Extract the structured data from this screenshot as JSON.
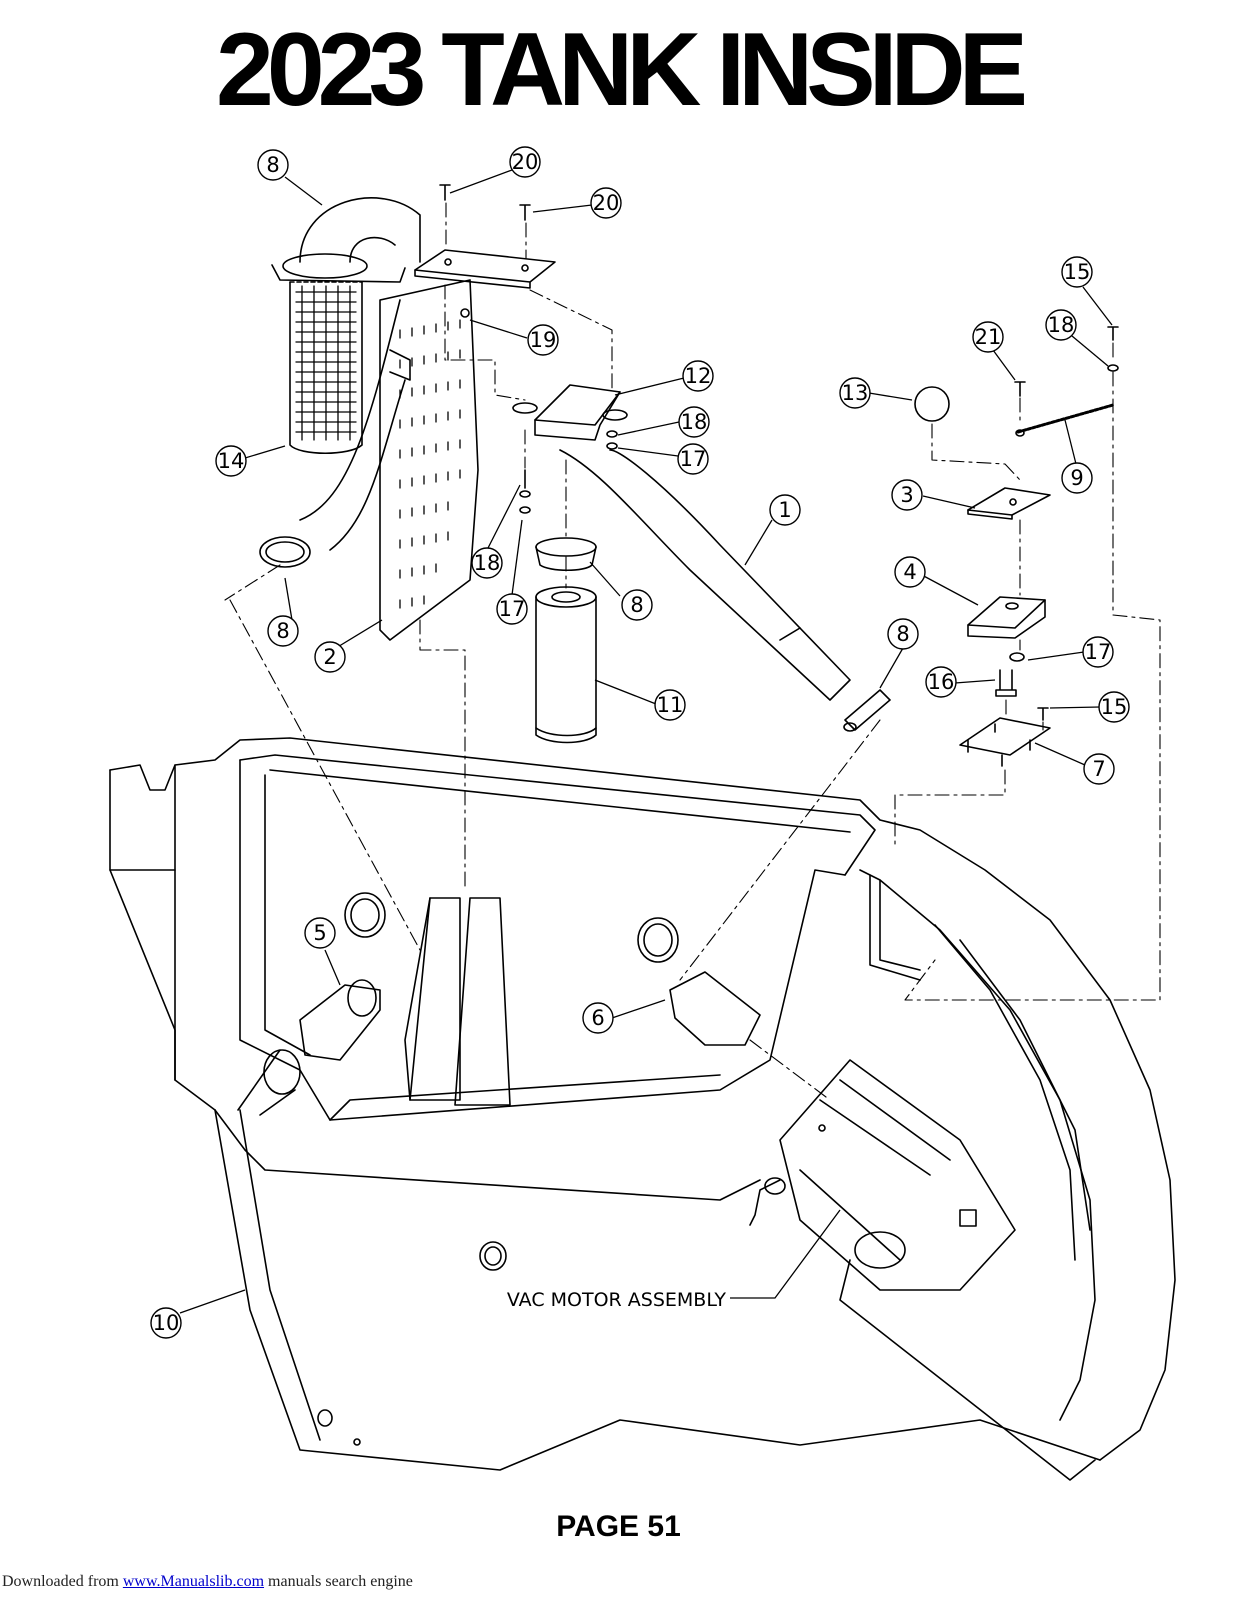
{
  "title": "2023 TANK INSIDE",
  "page_label": "PAGE 51",
  "footer": {
    "prefix": "Downloaded from",
    "link_text": "www.Manualslib.com",
    "suffix": " manuals search engine"
  },
  "vac_motor_label": "VAC MOTOR ASSEMBLY",
  "callouts": [
    {
      "id": "c8a",
      "label": "8"
    },
    {
      "id": "c20a",
      "label": "20"
    },
    {
      "id": "c20b",
      "label": "20"
    },
    {
      "id": "c19",
      "label": "19"
    },
    {
      "id": "c12",
      "label": "12"
    },
    {
      "id": "c18a",
      "label": "18"
    },
    {
      "id": "c17a",
      "label": "17"
    },
    {
      "id": "c14",
      "label": "14"
    },
    {
      "id": "c18b",
      "label": "18"
    },
    {
      "id": "c17b",
      "label": "17"
    },
    {
      "id": "c8b",
      "label": "8"
    },
    {
      "id": "c8c",
      "label": "8"
    },
    {
      "id": "c2",
      "label": "2"
    },
    {
      "id": "c1",
      "label": "1"
    },
    {
      "id": "c11",
      "label": "11"
    },
    {
      "id": "c8d",
      "label": "8"
    },
    {
      "id": "c15a",
      "label": "15"
    },
    {
      "id": "c18c",
      "label": "18"
    },
    {
      "id": "c21",
      "label": "21"
    },
    {
      "id": "c13",
      "label": "13"
    },
    {
      "id": "c9",
      "label": "9"
    },
    {
      "id": "c3",
      "label": "3"
    },
    {
      "id": "c4",
      "label": "4"
    },
    {
      "id": "c17c",
      "label": "17"
    },
    {
      "id": "c16",
      "label": "16"
    },
    {
      "id": "c15b",
      "label": "15"
    },
    {
      "id": "c7",
      "label": "7"
    },
    {
      "id": "c5",
      "label": "5"
    },
    {
      "id": "c6",
      "label": "6"
    },
    {
      "id": "c10",
      "label": "10"
    }
  ]
}
